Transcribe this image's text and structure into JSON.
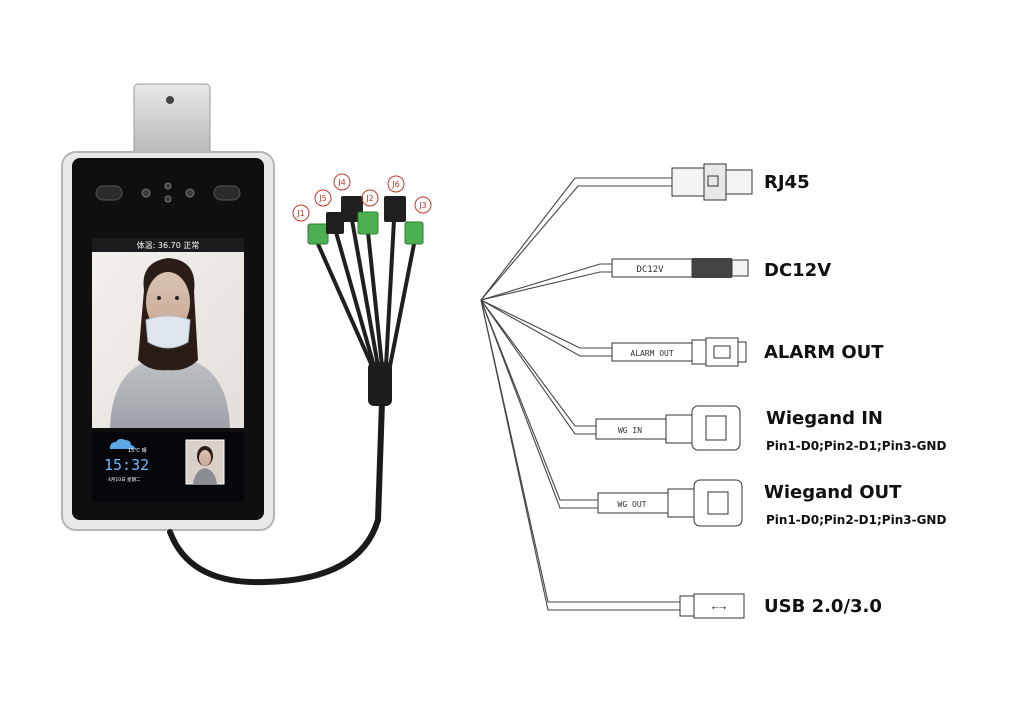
{
  "device": {
    "temp_reading": "体温: 36.70 正常",
    "clock_time": "15:32",
    "weather_text": "15℃ 晴",
    "date_text": "4月10日 星期二"
  },
  "harness": {
    "jumpers": [
      "J1",
      "J5",
      "J4",
      "J2",
      "J6",
      "J3"
    ]
  },
  "connectors": {
    "rj45": {
      "label": "RJ45"
    },
    "dc": {
      "label": "DC12V",
      "cable_tag": "DC12V"
    },
    "alarm": {
      "label": "ALARM OUT",
      "cable_tag": "ALARM OUT"
    },
    "wg_in": {
      "label": "Wiegand IN",
      "pins": "Pin1-D0;Pin2-D1;Pin3-GND",
      "cable_tag": "WG IN"
    },
    "wg_out": {
      "label": "Wiegand OUT",
      "pins": "Pin1-D0;Pin2-D1;Pin3-GND",
      "cable_tag": "WG OUT"
    },
    "usb": {
      "label": "USB 2.0/3.0"
    }
  },
  "colors": {
    "jumper_label": "#c0392b",
    "cable": "#1a1a1a",
    "connector_green": "#4caf50"
  }
}
